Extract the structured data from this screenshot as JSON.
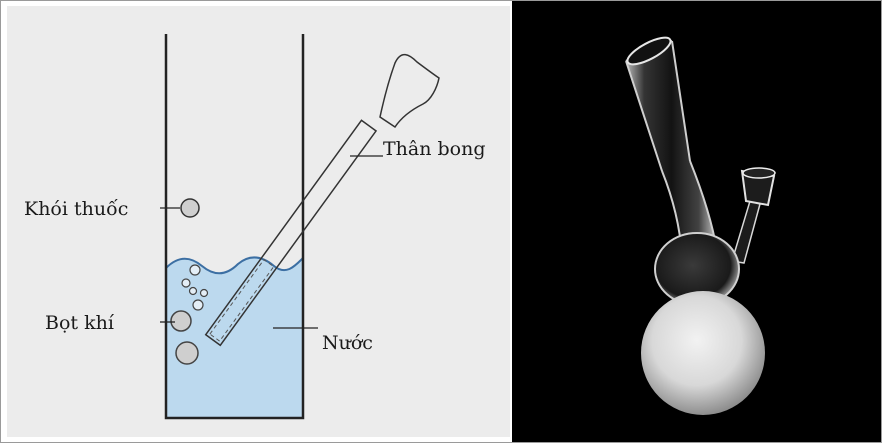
{
  "diagram": {
    "labels": {
      "smoke": "Khói thuốc",
      "bubbles": "Bọt khí",
      "stem": "Thân bong",
      "water": "Nước"
    }
  },
  "colors": {
    "water": "#bcd9ee",
    "outline": "#222222",
    "bubble_fill": "#cfcfcf",
    "panel_bg": "#ececec"
  },
  "photo": {
    "subject": "glass-bong",
    "background": "#000000"
  }
}
